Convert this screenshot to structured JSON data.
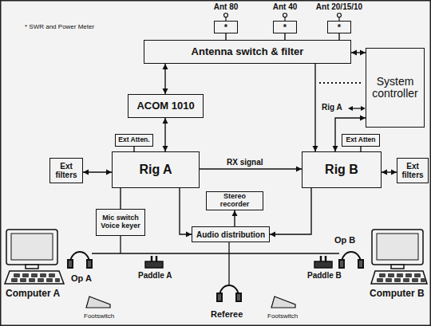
{
  "diagram": {
    "nodes": [
      {
        "text": [
          "Ant 80",
          "*"
        ]
      },
      {
        "text": [
          "Ant 40",
          "*"
        ]
      },
      {
        "text": [
          "Ant 20/15/10",
          "*"
        ]
      },
      {
        "text": [
          "Antenna switch & filter"
        ]
      },
      {
        "text": [
          "System controller"
        ]
      },
      {
        "text": [
          "ACOM 1010"
        ]
      },
      {
        "text": [
          "Ext Atten."
        ]
      },
      {
        "text": [
          "Rig A"
        ]
      },
      {
        "text": [
          "Ext filters"
        ]
      },
      {
        "text": [
          "Rig B"
        ]
      },
      {
        "text": [
          "Ext Atten"
        ]
      },
      {
        "text": [
          "Ext filters"
        ]
      },
      {
        "text": [
          "Stereo recorder"
        ]
      },
      {
        "text": [
          "Mic switch Voice keyer"
        ]
      },
      {
        "text": [
          "Audio distribution"
        ]
      }
    ],
    "edges": [
      {
        "from": 0,
        "to": 3,
        "arrow": "none"
      },
      {
        "from": 1,
        "to": 3,
        "arrow": "none"
      },
      {
        "from": 2,
        "to": 3,
        "arrow": "none"
      },
      {
        "from": 5,
        "to": 3,
        "arrow": "both"
      },
      {
        "from": 5,
        "to": 7,
        "arrow": "both"
      },
      {
        "from": 3,
        "to": 4,
        "arrow": "both"
      },
      {
        "from": 3,
        "to": 9,
        "arrow": "to"
      },
      {
        "from": 4,
        "to": 9,
        "arrow": "both"
      },
      {
        "from": 6,
        "to": 7,
        "arrow": "none"
      },
      {
        "from": 7,
        "to": 8,
        "arrow": "both"
      },
      {
        "from": 7,
        "to": 9,
        "arrow": "to",
        "label": "RX signal"
      },
      {
        "from": 9,
        "to": 11,
        "arrow": "both"
      },
      {
        "from": 10,
        "to": 9,
        "arrow": "none"
      },
      {
        "from": 7,
        "to": 13,
        "arrow": "none"
      },
      {
        "from": 7,
        "to": 14,
        "arrow": "to"
      },
      {
        "from": 9,
        "to": 14,
        "arrow": "to"
      },
      {
        "from": 14,
        "to": 12,
        "arrow": "to"
      }
    ],
    "labels": [
      "* SWR and Power Meter",
      "Rig A",
      "Op A",
      "Paddle A",
      "Computer A",
      "Footswitch",
      "Referee",
      "Op B",
      "Paddle B",
      "Computer B",
      "Footswitch"
    ]
  }
}
